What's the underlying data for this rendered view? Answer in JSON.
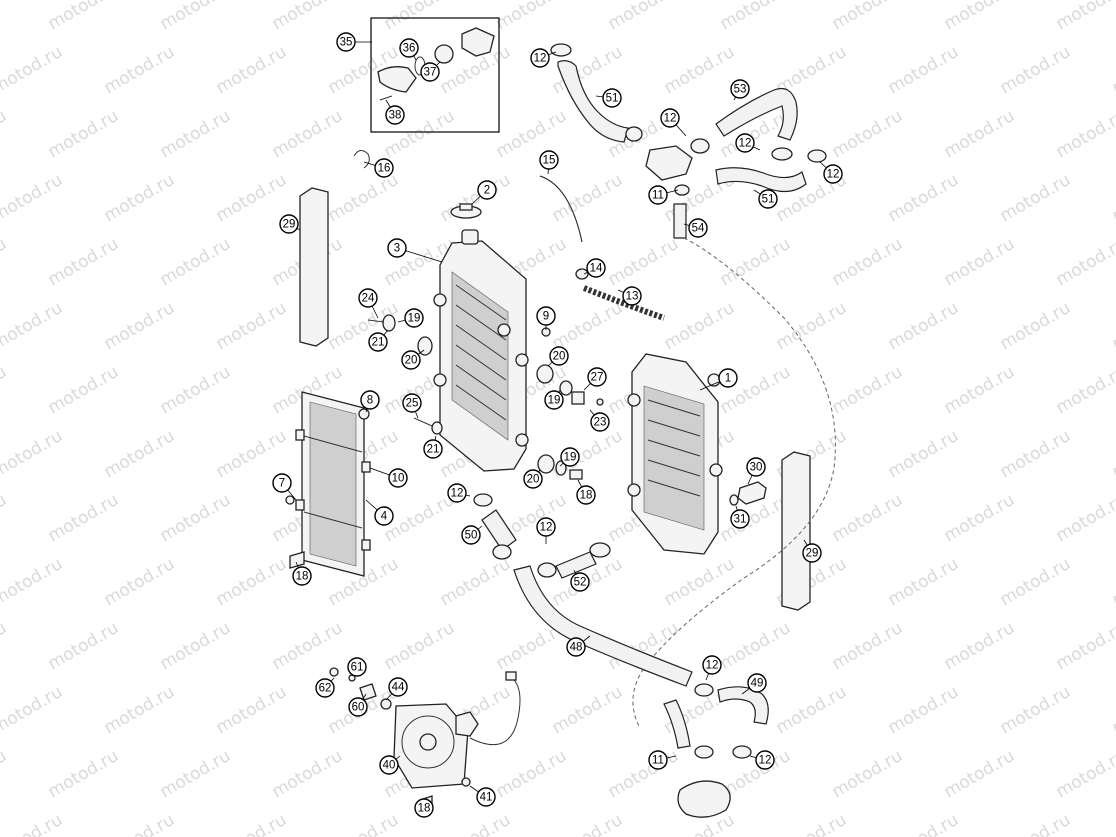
{
  "watermark": "motod.ru",
  "callouts": [
    "1",
    "2",
    "3",
    "4",
    "7",
    "8",
    "9",
    "10",
    "11",
    "12",
    "13",
    "14",
    "15",
    "16",
    "18",
    "19",
    "20",
    "21",
    "23",
    "24",
    "25",
    "27",
    "29",
    "30",
    "31",
    "35",
    "36",
    "37",
    "38",
    "40",
    "41",
    "44",
    "48",
    "49",
    "50",
    "51",
    "52",
    "53",
    "54",
    "60",
    "61",
    "62"
  ]
}
